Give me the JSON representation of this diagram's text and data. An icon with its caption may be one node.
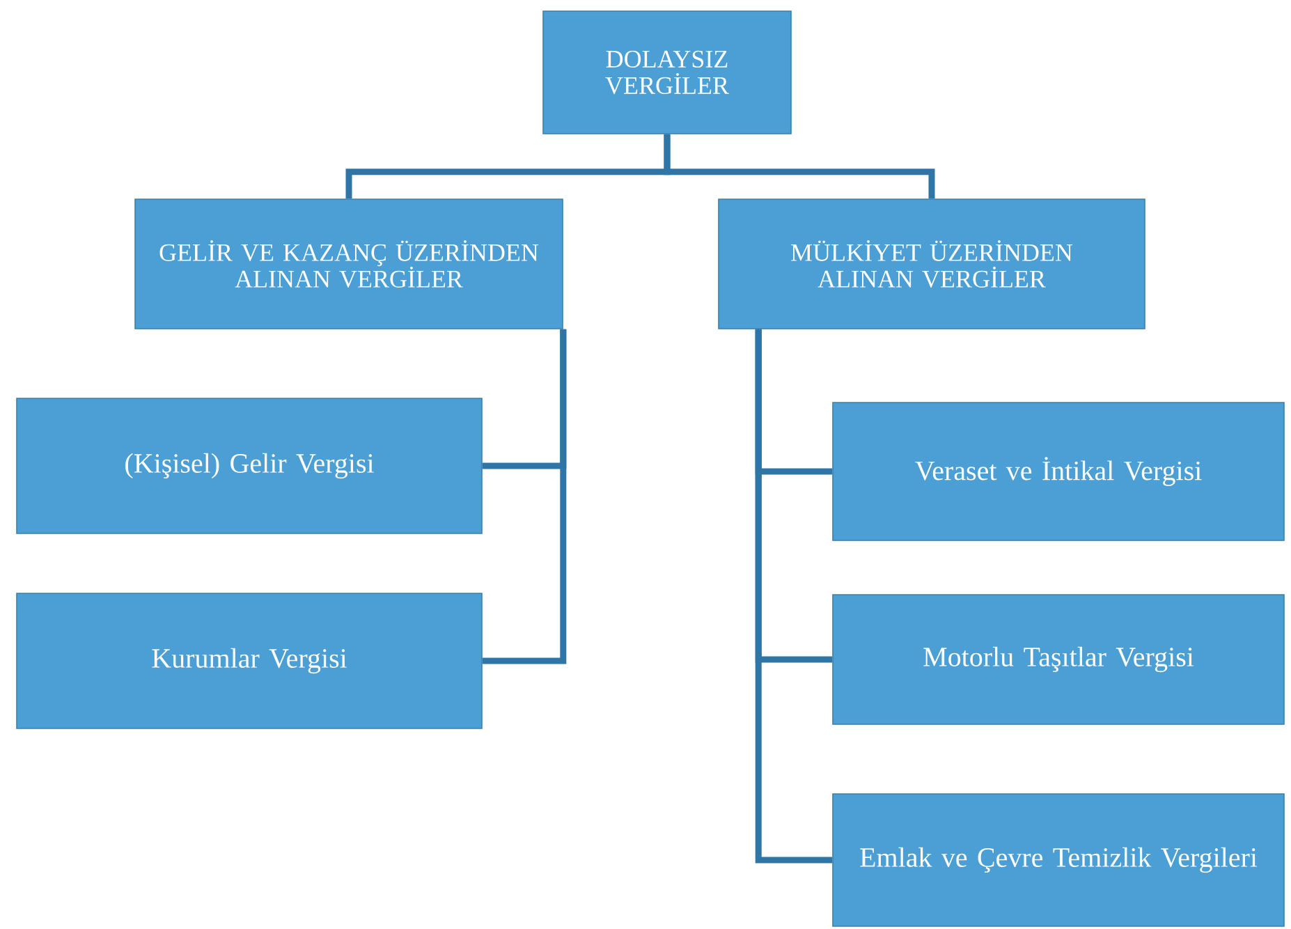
{
  "diagram": {
    "nodes": [
      {
        "text": [
          "DOLAYSIZ VERGİLER"
        ]
      },
      {
        "text": [
          "GELİR VE KAZANÇ ÜZERİNDEN ALINAN VERGİLER"
        ]
      },
      {
        "text": [
          "MÜLKİYET ÜZERİNDEN ALINAN VERGİLER"
        ]
      },
      {
        "text": [
          "(Kişisel) Gelir Vergisi"
        ]
      },
      {
        "text": [
          "Kurumlar Vergisi"
        ]
      },
      {
        "text": [
          "Veraset ve İntikal Vergisi"
        ]
      },
      {
        "text": [
          "Motorlu Taşıtlar Vergisi"
        ]
      },
      {
        "text": [
          "Emlak ve Çevre Temizlik Vergileri"
        ]
      }
    ],
    "edges": [
      {
        "from": 0,
        "to": 1,
        "arrow": "none"
      },
      {
        "from": 0,
        "to": 2,
        "arrow": "none"
      },
      {
        "from": 1,
        "to": 3,
        "arrow": "none"
      },
      {
        "from": 1,
        "to": 4,
        "arrow": "none"
      },
      {
        "from": 2,
        "to": 5,
        "arrow": "none"
      },
      {
        "from": 2,
        "to": 6,
        "arrow": "none"
      },
      {
        "from": 2,
        "to": 7,
        "arrow": "none"
      }
    ]
  }
}
